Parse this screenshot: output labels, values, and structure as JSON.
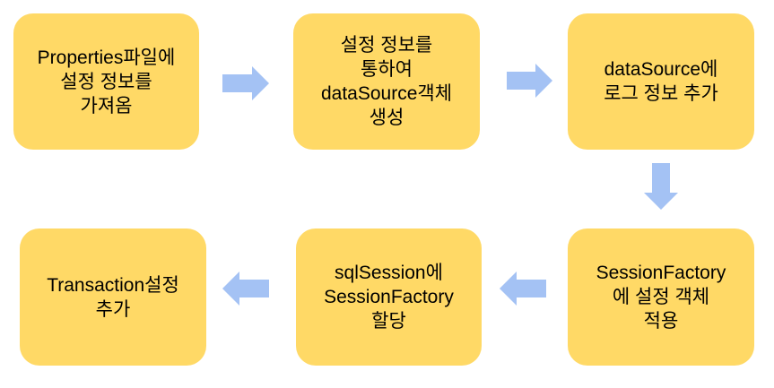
{
  "diagram": {
    "steps": [
      {
        "text": "Properties파일에\n설정 정보를\n가져옴"
      },
      {
        "text": "설정 정보를\n통하여\ndataSource객체\n생성"
      },
      {
        "text": "dataSource에\n로그 정보 추가"
      },
      {
        "text": "SessionFactory\n에 설정 객체\n적용"
      },
      {
        "text": "sqlSession에\nSessionFactory\n할당"
      },
      {
        "text": "Transaction설정\n추가"
      }
    ],
    "arrows": [
      {
        "from": 1,
        "to": 2,
        "direction": "right"
      },
      {
        "from": 2,
        "to": 3,
        "direction": "right"
      },
      {
        "from": 3,
        "to": 4,
        "direction": "down"
      },
      {
        "from": 4,
        "to": 5,
        "direction": "left"
      },
      {
        "from": 5,
        "to": 6,
        "direction": "left"
      }
    ],
    "colors": {
      "box_fill": "#ffd966",
      "arrow_fill": "#a4c2f4",
      "text": "#000000"
    }
  }
}
